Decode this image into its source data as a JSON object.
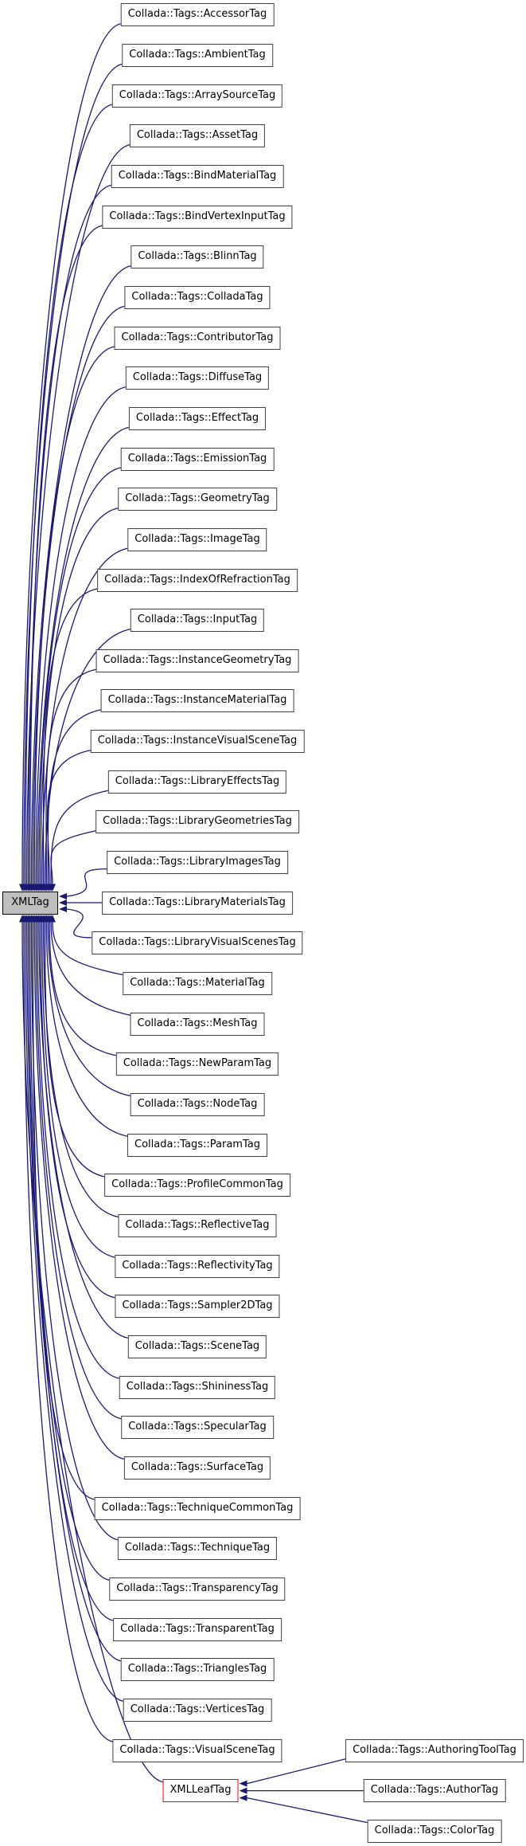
{
  "diagram": {
    "type": "class-inheritance-graph",
    "base_class": {
      "label": "XMLTag"
    },
    "leaf_class": {
      "label": "XMLLeafTag"
    },
    "derived_from_base": [
      "Collada::Tags::AccessorTag",
      "Collada::Tags::AmbientTag",
      "Collada::Tags::ArraySourceTag",
      "Collada::Tags::AssetTag",
      "Collada::Tags::BindMaterialTag",
      "Collada::Tags::BindVertexInputTag",
      "Collada::Tags::BlinnTag",
      "Collada::Tags::ColladaTag",
      "Collada::Tags::ContributorTag",
      "Collada::Tags::DiffuseTag",
      "Collada::Tags::EffectTag",
      "Collada::Tags::EmissionTag",
      "Collada::Tags::GeometryTag",
      "Collada::Tags::ImageTag",
      "Collada::Tags::IndexOfRefractionTag",
      "Collada::Tags::InputTag",
      "Collada::Tags::InstanceGeometryTag",
      "Collada::Tags::InstanceMaterialTag",
      "Collada::Tags::InstanceVisualSceneTag",
      "Collada::Tags::LibraryEffectsTag",
      "Collada::Tags::LibraryGeometriesTag",
      "Collada::Tags::LibraryImagesTag",
      "Collada::Tags::LibraryMaterialsTag",
      "Collada::Tags::LibraryVisualScenesTag",
      "Collada::Tags::MaterialTag",
      "Collada::Tags::MeshTag",
      "Collada::Tags::NewParamTag",
      "Collada::Tags::NodeTag",
      "Collada::Tags::ParamTag",
      "Collada::Tags::ProfileCommonTag",
      "Collada::Tags::ReflectiveTag",
      "Collada::Tags::ReflectivityTag",
      "Collada::Tags::Sampler2DTag",
      "Collada::Tags::SceneTag",
      "Collada::Tags::ShininessTag",
      "Collada::Tags::SpecularTag",
      "Collada::Tags::SurfaceTag",
      "Collada::Tags::TechniqueCommonTag",
      "Collada::Tags::TechniqueTag",
      "Collada::Tags::TransparencyTag",
      "Collada::Tags::TransparentTag",
      "Collada::Tags::TrianglesTag",
      "Collada::Tags::VerticesTag",
      "Collada::Tags::VisualSceneTag"
    ],
    "derived_from_leaf": [
      "Collada::Tags::AuthoringToolTag",
      "Collada::Tags::AuthorTag",
      "Collada::Tags::ColorTag"
    ],
    "colors": {
      "edge": "#191970",
      "node_border": "#404040",
      "node_fill": "#ffffff",
      "base_fill": "#bfbfbf",
      "base_border": "#000000",
      "leaf_border": "#ff0000",
      "text": "#000000",
      "background": "#ffffff"
    }
  }
}
